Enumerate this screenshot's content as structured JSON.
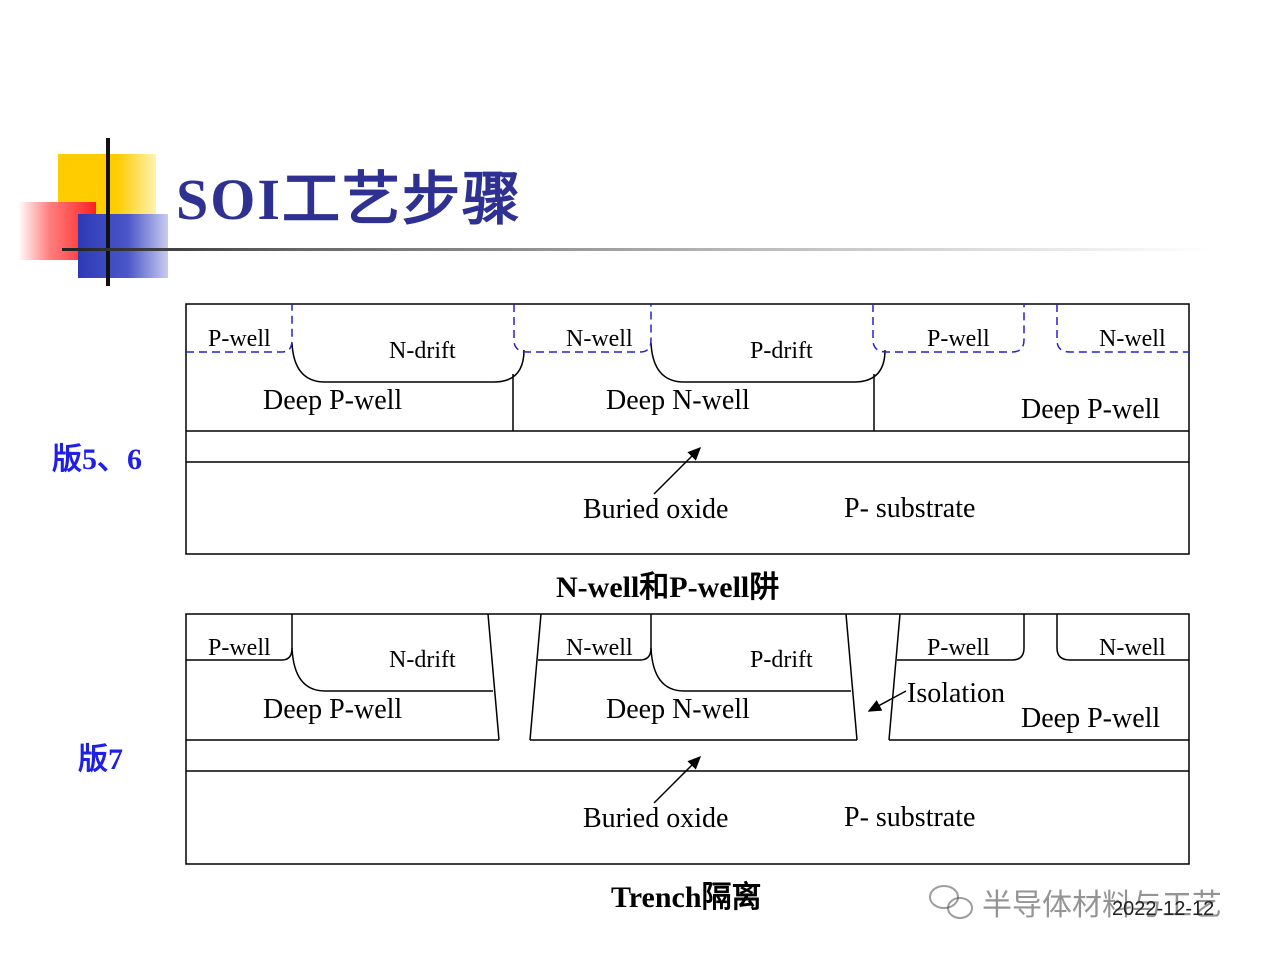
{
  "slide": {
    "title": "SOI工艺步骤",
    "accent_color": "#2e3192",
    "label_color": "#1f1fe6"
  },
  "diagram1": {
    "side_label": "版5、6",
    "caption": "N-well和P-well阱",
    "regions": {
      "pwell_left": "P-well",
      "ndrift": "N-drift",
      "nwell_mid": "N-well",
      "pdrift": "P-drift",
      "pwell_right": "P-well",
      "nwell_right": "N-well",
      "deep_pwell_left": "Deep P-well",
      "deep_nwell": "Deep N-well",
      "deep_pwell_right": "Deep P-well",
      "buried_oxide": "Buried oxide",
      "substrate": "P- substrate"
    }
  },
  "diagram2": {
    "side_label": "版7",
    "caption": "Trench隔离",
    "regions": {
      "pwell_left": "P-well",
      "ndrift": "N-drift",
      "nwell_mid": "N-well",
      "pdrift": "P-drift",
      "pwell_right": "P-well",
      "nwell_right": "N-well",
      "deep_pwell_left": "Deep P-well",
      "deep_nwell": "Deep N-well",
      "isolation": "Isolation",
      "deep_pwell_right": "Deep P-well",
      "buried_oxide": "Buried oxide",
      "substrate": "P- substrate"
    }
  },
  "footer": {
    "watermark_icon": "wechat-icon",
    "watermark": "半导体材料与工艺",
    "date": "2022-12-12"
  }
}
